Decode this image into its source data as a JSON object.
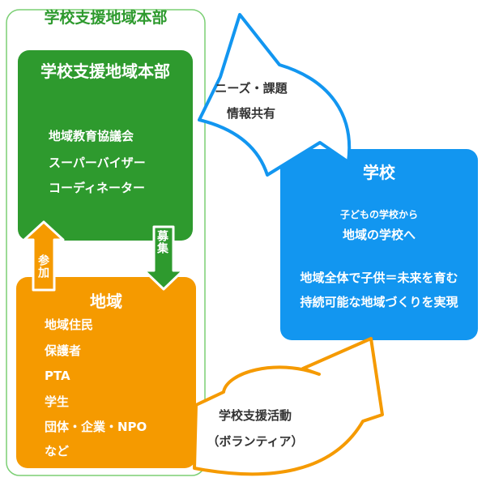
{
  "outer": {
    "title": "学校支援地域本部"
  },
  "headquarters": {
    "title": "学校支援地域本部",
    "items": [
      "地域教育協議会",
      "スーパーバイザー",
      "コーディネーター"
    ]
  },
  "school": {
    "title": "学校",
    "line1": "子どもの学校から",
    "line2": "地域の学校へ",
    "line3": "地域全体で子供＝未来を育む",
    "line4": "持続可能な地域づくりを実現"
  },
  "region": {
    "title": "地域",
    "items": [
      "地域住民",
      "保護者",
      "PTA",
      "学生",
      "団体・企業・NPO",
      "など"
    ]
  },
  "arrows": {
    "top_line1": "ニーズ・課題",
    "top_line2": "情報共有",
    "bottom_line1": "学校支援活動",
    "bottom_line2": "（ボランティア）",
    "recruit": "募集",
    "participate": "参加"
  },
  "colors": {
    "green_frame": "#7bcf74",
    "green_box": "#2e9a2e",
    "blue": "#1296f0",
    "orange": "#f59a00"
  }
}
